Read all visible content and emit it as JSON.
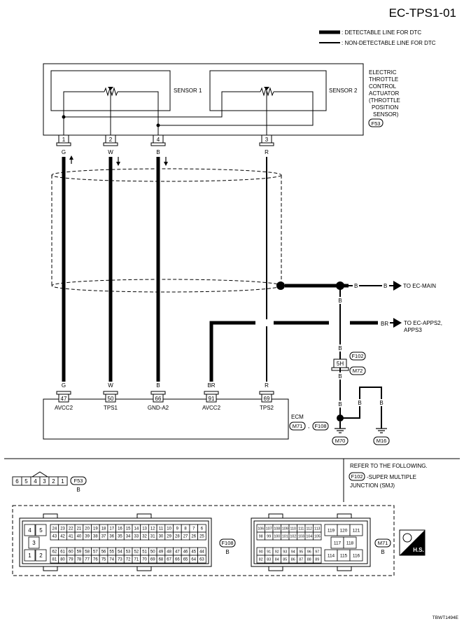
{
  "page_id": "EC-TPS1-01",
  "legend": {
    "detectable": ": DETECTABLE LINE FOR DTC",
    "nondetectable": ": NON-DETECTABLE LINE FOR DTC"
  },
  "actuator": {
    "name_lines": [
      "ELECTRIC",
      "THROTTLE",
      "CONTROL",
      "ACTUATOR",
      "(THROTTLE",
      "POSITION",
      "SENSOR)"
    ],
    "connector": "F53",
    "sensor1": "SENSOR 1",
    "sensor2": "SENSOR 2",
    "pins": [
      "1",
      "2",
      "4",
      "3"
    ],
    "colors": [
      "G",
      "W",
      "B",
      "R"
    ]
  },
  "harness": {
    "b": "B",
    "br": "BR",
    "to_main": "TO EC-MAIN",
    "to_apps_1": "TO EC-APPS2,",
    "to_apps_2": "APPS3",
    "joint_connector": "F102",
    "joint_pin": "5H",
    "joint_connector2": "M72",
    "ground1": "M70",
    "ground2": "M16"
  },
  "ecm": {
    "label": "ECM",
    "conn1": "M71",
    "conn2": "F108",
    "pins": [
      "47",
      "50",
      "66",
      "91",
      "69"
    ],
    "colors": [
      "G",
      "W",
      "B",
      "BR",
      "R"
    ],
    "terminals": [
      "AVCC2",
      "TPS1",
      "GND-A2",
      "AVCC2",
      "TPS2"
    ]
  },
  "lower": {
    "f53_pins": [
      "6",
      "5",
      "4",
      "3",
      "2",
      "1"
    ],
    "f53_conn": "F53",
    "f53_color": "B",
    "refer": "REFER TO THE FOLLOWING.",
    "refer_conn": "F102",
    "refer_desc1": "-SUPER MULTIPLE",
    "refer_desc2": "JUNCTION (SMJ)",
    "f108_small": [
      "4",
      "5",
      "3",
      "1",
      "2"
    ],
    "f108_row1": [
      "24",
      "23",
      "22",
      "21",
      "20",
      "19",
      "18",
      "17",
      "16",
      "15",
      "14",
      "13",
      "12",
      "11",
      "10",
      "9",
      "8",
      "7",
      "6"
    ],
    "f108_row2": [
      "43",
      "42",
      "41",
      "40",
      "39",
      "38",
      "37",
      "36",
      "35",
      "34",
      "33",
      "32",
      "31",
      "30",
      "29",
      "28",
      "27",
      "26",
      "25"
    ],
    "f108_row3": [
      "62",
      "61",
      "60",
      "59",
      "58",
      "57",
      "56",
      "55",
      "54",
      "53",
      "52",
      "51",
      "50",
      "49",
      "48",
      "47",
      "46",
      "45",
      "44"
    ],
    "f108_row4": [
      "81",
      "80",
      "79",
      "78",
      "77",
      "76",
      "75",
      "74",
      "73",
      "72",
      "71",
      "70",
      "69",
      "68",
      "67",
      "66",
      "65",
      "64",
      "63"
    ],
    "f108_label": "F108",
    "f108_color": "B",
    "m71_row1": [
      "106",
      "107",
      "108",
      "109",
      "110",
      "111",
      "112",
      "113"
    ],
    "m71_row2": [
      "98",
      "99",
      "100",
      "101",
      "102",
      "103",
      "104",
      "105"
    ],
    "m71_row3": [
      "90",
      "91",
      "92",
      "93",
      "94",
      "95",
      "96",
      "97"
    ],
    "m71_row4": [
      "82",
      "83",
      "84",
      "85",
      "86",
      "87",
      "88",
      "89"
    ],
    "m71_big": [
      "119",
      "120",
      "121",
      "117",
      "118",
      "114",
      "115",
      "116"
    ],
    "m71_label": "M71",
    "m71_color": "B",
    "hs": "H.S."
  },
  "footer_code": "TBWT1494E"
}
